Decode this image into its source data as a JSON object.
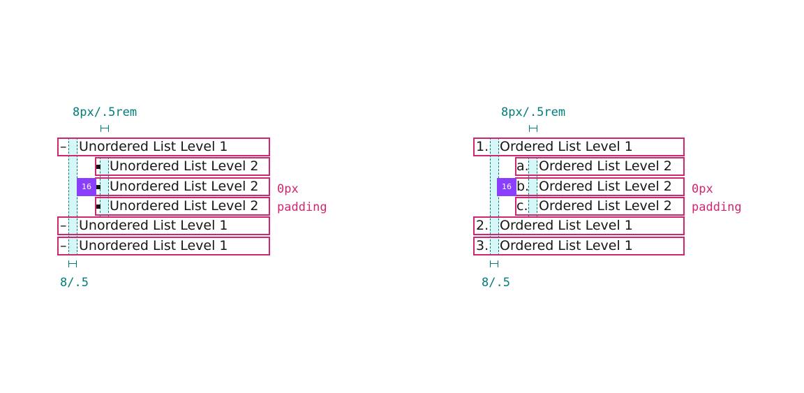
{
  "left": {
    "top_label": "8px/.5rem",
    "bottom_label": "8/.5",
    "indent_badge": "16",
    "padding_note": "0px\npadding",
    "level1_marker": "–",
    "level1_label": "Unordered List Level 1",
    "level2_label": "Unordered List Level 2"
  },
  "right": {
    "top_label": "8px/.5rem",
    "bottom_label": "8/.5",
    "indent_badge": "16",
    "padding_note": "0px\npadding",
    "items": [
      {
        "marker": "1.",
        "label": "Ordered List Level 1"
      },
      {
        "marker": "a.",
        "label": "Ordered List Level 2"
      },
      {
        "marker": "b.",
        "label": "Ordered List Level 2"
      },
      {
        "marker": "c.",
        "label": "Ordered List Level 2"
      },
      {
        "marker": "2.",
        "label": "Ordered List Level 1"
      },
      {
        "marker": "3.",
        "label": "Ordered List Level 1"
      }
    ]
  }
}
